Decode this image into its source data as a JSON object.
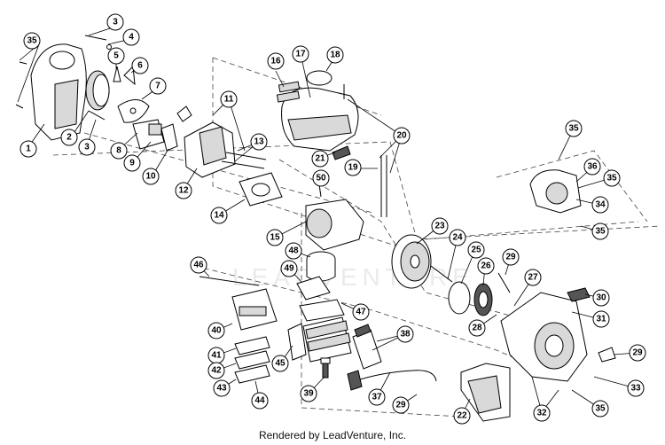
{
  "watermark": "LEADVENTURE",
  "footer": "Rendered by LeadVenture, Inc.",
  "callouts": [
    {
      "label": "35"
    },
    {
      "label": "3"
    },
    {
      "label": "4"
    },
    {
      "label": "5"
    },
    {
      "label": "6"
    },
    {
      "label": "7"
    },
    {
      "label": "1"
    },
    {
      "label": "2"
    },
    {
      "label": "3"
    },
    {
      "label": "8"
    },
    {
      "label": "9"
    },
    {
      "label": "10"
    },
    {
      "label": "11"
    },
    {
      "label": "12"
    },
    {
      "label": "13"
    },
    {
      "label": "14"
    },
    {
      "label": "16"
    },
    {
      "label": "17"
    },
    {
      "label": "18"
    },
    {
      "label": "20"
    },
    {
      "label": "21"
    },
    {
      "label": "19"
    },
    {
      "label": "50"
    },
    {
      "label": "15"
    },
    {
      "label": "35"
    },
    {
      "label": "36"
    },
    {
      "label": "35"
    },
    {
      "label": "34"
    },
    {
      "label": "35"
    },
    {
      "label": "23"
    },
    {
      "label": "24"
    },
    {
      "label": "25"
    },
    {
      "label": "26"
    },
    {
      "label": "29"
    },
    {
      "label": "27"
    },
    {
      "label": "28"
    },
    {
      "label": "30"
    },
    {
      "label": "31"
    },
    {
      "label": "29"
    },
    {
      "label": "33"
    },
    {
      "label": "35"
    },
    {
      "label": "32"
    },
    {
      "label": "22"
    },
    {
      "label": "46"
    },
    {
      "label": "48"
    },
    {
      "label": "49"
    },
    {
      "label": "47"
    },
    {
      "label": "40"
    },
    {
      "label": "41"
    },
    {
      "label": "42"
    },
    {
      "label": "43"
    },
    {
      "label": "44"
    },
    {
      "label": "45"
    },
    {
      "label": "38"
    },
    {
      "label": "39"
    },
    {
      "label": "37"
    },
    {
      "label": "29"
    }
  ]
}
